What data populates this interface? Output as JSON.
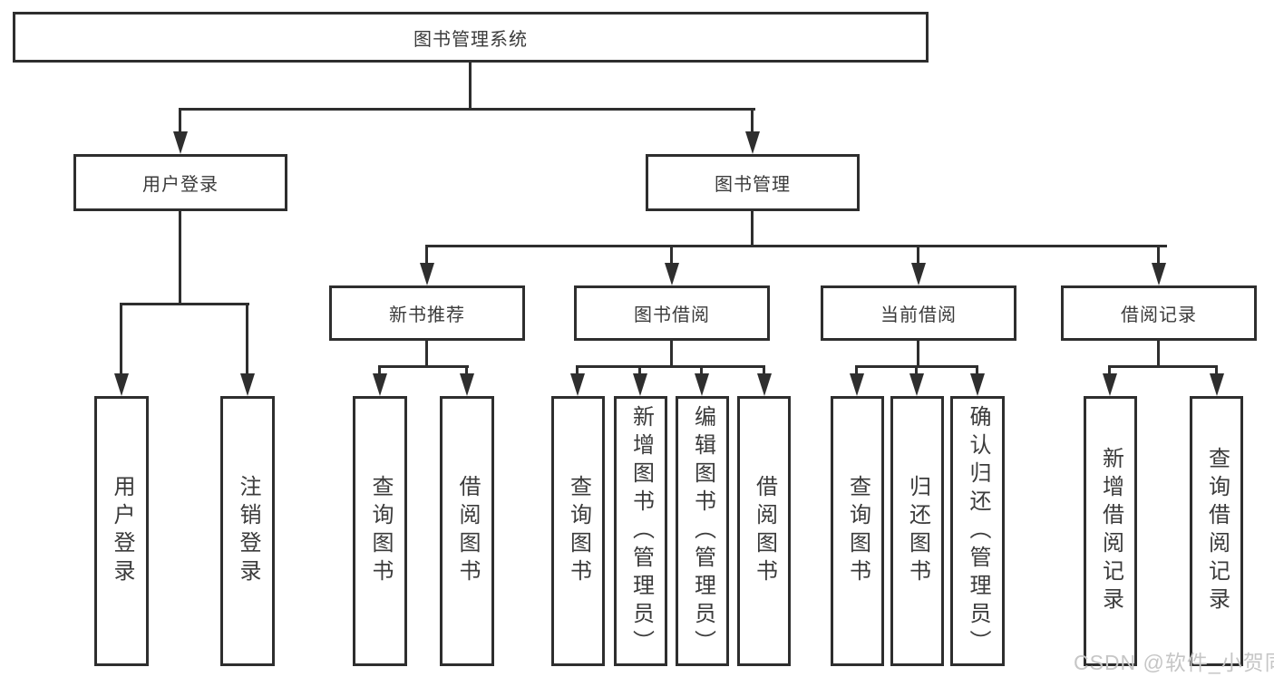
{
  "diagram": {
    "root": {
      "label": "图书管理系统"
    },
    "level2": {
      "user_login": {
        "label": "用户登录"
      },
      "book_mgmt": {
        "label": "图书管理"
      }
    },
    "level3": {
      "recommend": {
        "label": "新书推荐"
      },
      "borrow": {
        "label": "图书借阅"
      },
      "current": {
        "label": "当前借阅"
      },
      "records": {
        "label": "借阅记录"
      }
    },
    "leaves": {
      "user_login_leaf": {
        "label": "用户登录"
      },
      "logout": {
        "label": "注销登录"
      },
      "rec_query": {
        "label": "查询图书"
      },
      "rec_borrow": {
        "label": "借阅图书"
      },
      "bor_query": {
        "label": "查询图书"
      },
      "bor_add": {
        "label": "新增图书（管理员）"
      },
      "bor_edit": {
        "label": "编辑图书（管理员）"
      },
      "bor_borrow": {
        "label": "借阅图书"
      },
      "cur_query": {
        "label": "查询图书"
      },
      "cur_return": {
        "label": "归还图书"
      },
      "cur_confirm": {
        "label": "确认归还（管理员）"
      },
      "rcd_add": {
        "label": "新增借阅记录"
      },
      "rcd_query": {
        "label": "查询借阅记录"
      }
    },
    "tree": {
      "图书管理系统": {
        "用户登录": [
          "用户登录",
          "注销登录"
        ],
        "图书管理": {
          "新书推荐": [
            "查询图书",
            "借阅图书"
          ],
          "图书借阅": [
            "查询图书",
            "新增图书（管理员）",
            "编辑图书（管理员）",
            "借阅图书"
          ],
          "当前借阅": [
            "查询图书",
            "归还图书",
            "确认归还（管理员）"
          ],
          "借阅记录": [
            "新增借阅记录",
            "查询借阅记录"
          ]
        }
      }
    }
  },
  "watermark": {
    "text": "CSDN @软件_小贺同学"
  },
  "colors": {
    "line": "#2e2e2e",
    "text": "#3b3b3b",
    "box_background": "#ffffff",
    "watermark": "#c6c6c6"
  }
}
